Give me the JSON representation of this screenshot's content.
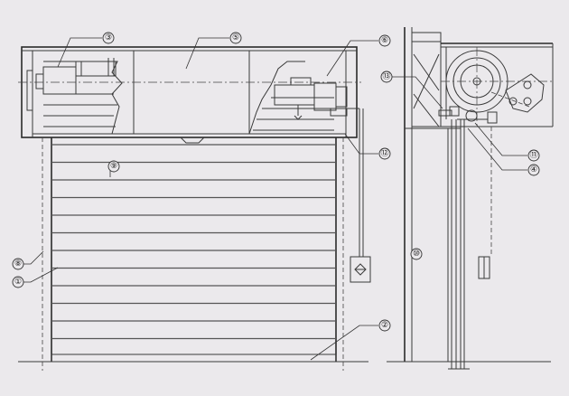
{
  "callouts": [
    {
      "id": "1",
      "label": "①"
    },
    {
      "id": "2",
      "label": "②"
    },
    {
      "id": "3",
      "label": "③"
    },
    {
      "id": "4",
      "label": "④"
    },
    {
      "id": "5",
      "label": "⑤"
    },
    {
      "id": "6",
      "label": "⑥"
    },
    {
      "id": "8",
      "label": "⑧"
    },
    {
      "id": "9",
      "label": "⑨"
    },
    {
      "id": "10",
      "label": "⑩"
    },
    {
      "id": "11",
      "label": "⑪"
    },
    {
      "id": "12",
      "label": "⑫"
    },
    {
      "id": "13",
      "label": "⑬"
    }
  ]
}
